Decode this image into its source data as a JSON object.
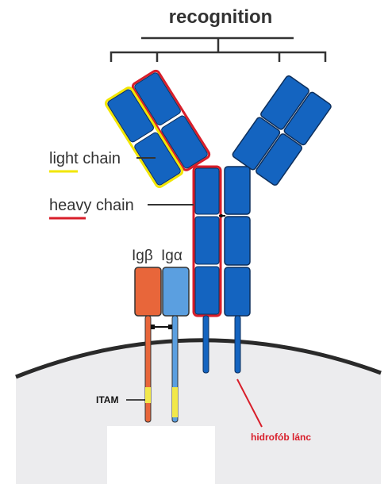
{
  "labels": {
    "recognition": "recognition",
    "light_chain": "light chain",
    "heavy_chain": "heavy chain",
    "ig_beta": "Igβ",
    "ig_alpha": "Igα",
    "itam": "ITAM",
    "hydrophobic_chain": "hidrofób lánc"
  },
  "colors": {
    "domain_blue": "#1464c0",
    "heavy_outline": "#d81e2a",
    "light_outline": "#f2e600",
    "ig_beta": "#e8663a",
    "ig_alpha": "#5b9fe0",
    "membrane_fill": "#ececee",
    "itam_yellow": "#f2e84a"
  }
}
